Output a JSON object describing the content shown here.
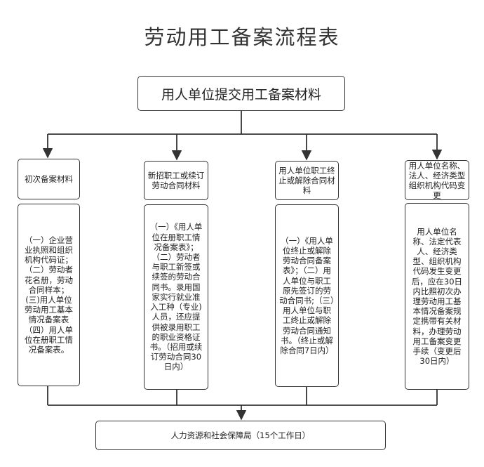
{
  "title": "劳动用工备案流程表",
  "top_box": "用人单位提交用工备案材料",
  "columns": [
    {
      "header": "初次备案材料",
      "body": "（一）企业营业执照和组织机构代码证；（二）劳动者花名册，劳动合同样本；(三)用人单位劳动用工基本情况备案表（四）用人单位在册职工情况备案表。"
    },
    {
      "header": "新招职工或续订劳动合同材料",
      "body": "（一）《用人单位在册职工情况备案表》；（二）劳动者与职工新签或续签的劳动合同书。录用国家实行就业准入工种（专业)人员，还应提供被录用职工的职业资格证书。（招用或续订劳动合同30日内）"
    },
    {
      "header": "用人单位职工终止或解除合同材料",
      "body": "（一）《用人单位终止或解除劳动合同备案表》；（二）用人单位与职工原先签订的劳动合同书;（三）用人单位与职工终止或解除劳动合同通知书。（终止或解除合同7日内）"
    },
    {
      "header": "用人单位名称、法人、经济类型组织机构代码变更",
      "body": "用人单位名称、法定代表人、经济类型、组织机构代码发生变更后，应在30日内比照初次办理劳动用工基本情况备案规定携带有关材料，办理劳动用工备案变更手续（变更后30日内）"
    }
  ],
  "bottom_box": "人力资源和社会保障局（15个工作日）"
}
